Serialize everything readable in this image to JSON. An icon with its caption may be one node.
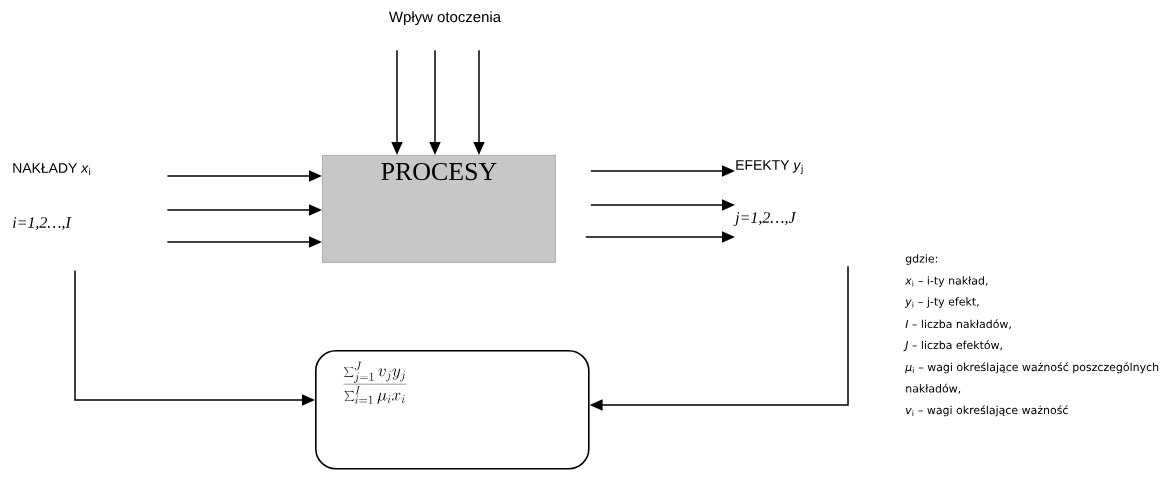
{
  "diagram": {
    "nodes": [
      {
        "text": [
          "Wpływ otoczenia"
        ]
      },
      {
        "text": [
          "NAKŁADY *x*$_{i}$",
          "i=1,2…,I"
        ]
      },
      {
        "text": [
          "PROCESY"
        ]
      },
      {
        "text": [
          "EFEKTY *y*$_{j}$",
          "j=1,2…,J"
        ]
      },
      {
        "text": [
          "\\frac{\\sum_{j=1}^{J} v_j y_j}{\\sum_{i=1}^{I} \\mu_i x_i}"
        ]
      }
    ],
    "edges": [
      {
        "from": 0,
        "to": 2,
        "arrow": "to"
      },
      {
        "from": 0,
        "to": 2,
        "arrow": "to"
      },
      {
        "from": 0,
        "to": 2,
        "arrow": "to"
      },
      {
        "from": 1,
        "to": 2,
        "arrow": "to"
      },
      {
        "from": 1,
        "to": 2,
        "arrow": "to"
      },
      {
        "from": 1,
        "to": 2,
        "arrow": "to"
      },
      {
        "from": 2,
        "to": 3,
        "arrow": "to"
      },
      {
        "from": 2,
        "to": 3,
        "arrow": "to"
      },
      {
        "from": 2,
        "to": 3,
        "arrow": "to"
      },
      {
        "from": 1,
        "to": 4,
        "arrow": "to"
      },
      {
        "from": 3,
        "to": 4,
        "arrow": "to"
      }
    ],
    "labels": [
      "gdzie:",
      "*x*$_{i}$ – i-ty nakład,",
      "*y*$_{i}$ – j-ty efekt,",
      "*I* – liczba nakładów,",
      "*J* – liczba efektów,",
      "*μ*$_{i}$ – wagi określające ważność poszczególnych nakładów,",
      "*v*$_{i}$ – wagi określające ważność"
    ]
  }
}
